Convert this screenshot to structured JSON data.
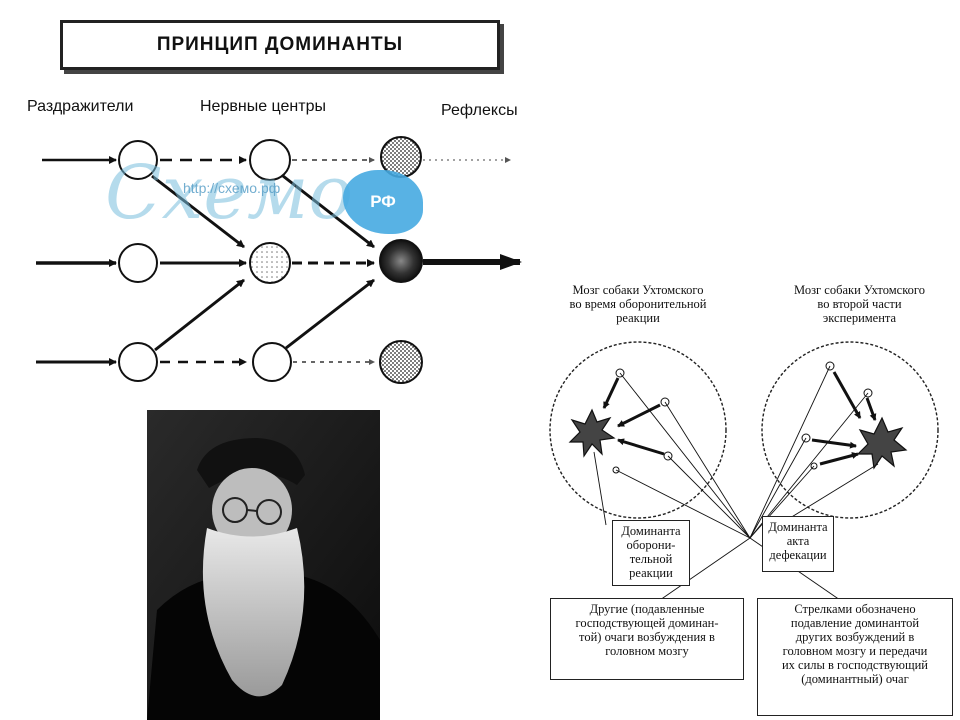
{
  "title": "ПРИНЦИП ДОМИНАНТЫ",
  "columns": {
    "stimuli": "Раздражители",
    "centers": "Нервные центры",
    "reflexes": "Рефлексы"
  },
  "watermark": {
    "brand": "Схемо",
    "url": "http://схемо.рф",
    "badge": "РФ"
  },
  "portrait_alt": "portrait photo",
  "brains": {
    "left_caption": [
      "Мозг собаки Ухтомского",
      "во время оборонительной",
      "реакции"
    ],
    "right_caption": [
      "Мозг собаки Ухтомского",
      "во второй части",
      "эксперимента"
    ]
  },
  "boxes": {
    "dominant_defense": [
      "Доминанта",
      "оборони-",
      "тельной",
      "реакции"
    ],
    "dominant_defecation": [
      "Доминанта",
      "акта",
      "дефекации"
    ],
    "others": [
      "Другие (подавленные",
      "господствующей доминан-",
      "той) очаги возбуждения в",
      "головном мозгу"
    ],
    "arrows_note": [
      "Стрелками обозначено",
      "подавление доминантой",
      "других возбуждений в",
      "головном мозгу и передачи",
      "их силы в господствующий",
      "(доминантный) очаг"
    ]
  }
}
